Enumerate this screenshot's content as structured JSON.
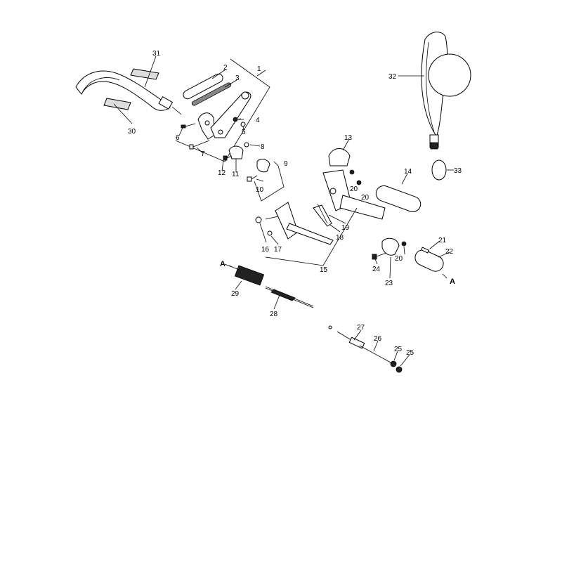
{
  "diagram": {
    "labels": {
      "p1": "1",
      "p2": "2",
      "p3": "3",
      "p4": "4",
      "p5": "5",
      "p6": "6",
      "p7": "7",
      "p8": "8",
      "p9": "9",
      "p10": "10",
      "p11": "11",
      "p12": "12",
      "p13": "13",
      "p14": "14",
      "p15": "15",
      "p16": "16",
      "p17": "17",
      "p18": "18",
      "p19": "19",
      "p20a": "20",
      "p20b": "20",
      "p20c": "20",
      "p21": "21",
      "p22": "22",
      "p23": "23",
      "p24": "24",
      "p25a": "25",
      "p25b": "25",
      "p26": "26",
      "p27": "27",
      "p28": "28",
      "p29": "29",
      "p30": "30",
      "p31": "31",
      "p32": "32",
      "p33": "33",
      "refA1": "A",
      "refA2": "A"
    }
  }
}
